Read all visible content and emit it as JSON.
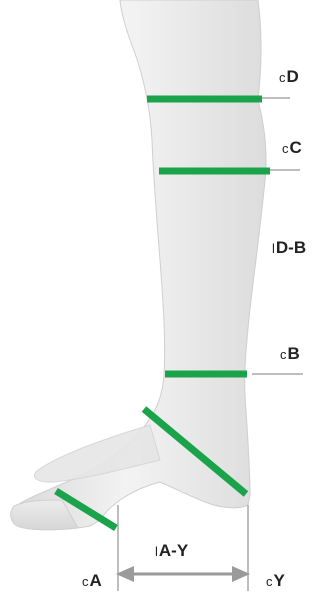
{
  "labels": {
    "cD": {
      "prefix": "c",
      "main": "D"
    },
    "cC": {
      "prefix": "c",
      "main": "C"
    },
    "lDB": {
      "prefix": "l",
      "main": "D-B"
    },
    "cB": {
      "prefix": "c",
      "main": "B"
    },
    "lAY": {
      "prefix": "l",
      "main": "A-Y"
    },
    "cA": {
      "prefix": "c",
      "main": "A"
    },
    "cY": {
      "prefix": "c",
      "main": "Y"
    }
  },
  "colors": {
    "measure_band": "#1aa34a",
    "guide_line": "#a8a8a8",
    "arrow": "#9a9a9a",
    "skin": "#eeeeee",
    "label_text": "#222222"
  },
  "icons": {
    "leg": "leg-foot-illustration",
    "arrow": "double-arrow-icon"
  }
}
